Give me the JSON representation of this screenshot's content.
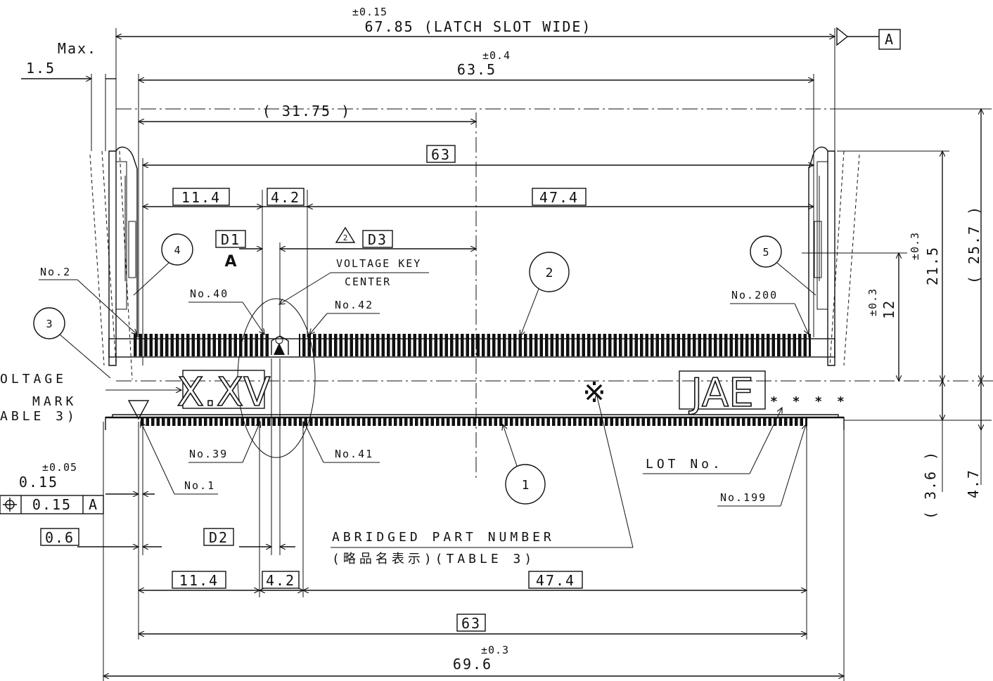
{
  "dimensions": {
    "latch_slot_tol": "±0.15",
    "latch_slot": "67.85 (LATCH SLOT WIDE)",
    "max_label": "Max.",
    "max_value": "1.5",
    "d63_5_tol": "±0.4",
    "d63_5": "63.5",
    "d31_75": "( 31.75 )",
    "d63_top": "63",
    "d11_4_top": "11.4",
    "d4_2_top": "4.2",
    "d47_4_top": "47.4",
    "d1": "D1",
    "d3": "D3",
    "rev2": "2",
    "d2": "D2",
    "d0_15_tol": "±0.05",
    "d0_15": "0.15",
    "pos_tol": "0.15",
    "pos_datum": "A",
    "d0_6": "0.6",
    "d11_4_bot": "11.4",
    "d4_2_bot": "4.2",
    "d47_4_bot": "47.4",
    "d63_bot": "63",
    "d69_6_tol": "±0.3",
    "d69_6": "69.6",
    "datum_a": "A",
    "d25_7": "( 25.7 )",
    "d21_5_tol": "±0.3",
    "d21_5": "21.5",
    "d12_tol": "±0.3",
    "d12": "12",
    "d3_6": "( 3.6 )",
    "d4_7": "4.7"
  },
  "labels": {
    "no2": "No.2",
    "no40": "No.40",
    "no42": "No.42",
    "no200": "No.200",
    "no39": "No.39",
    "no41": "No.41",
    "no1": "No.1",
    "no199": "No.199",
    "voltage_key_1": "VOLTAGE KEY",
    "voltage_key_2": "CENTER",
    "voltage_mark_1": "OLTAGE",
    "voltage_mark_2": "MARK",
    "voltage_mark_3": "ABLE 3)",
    "lot_no": "LOT No.",
    "abridged_1": "ABRIDGED PART NUMBER",
    "abridged_2": "(略品名表示)(TABLE 3)",
    "mark_xxv": "X.XV",
    "mark_jae": "JAE",
    "lot_stars": "* * * *",
    "ref_mark": "※",
    "key_a": "A"
  },
  "balloons": [
    "1",
    "2",
    "3",
    "4",
    "5"
  ]
}
